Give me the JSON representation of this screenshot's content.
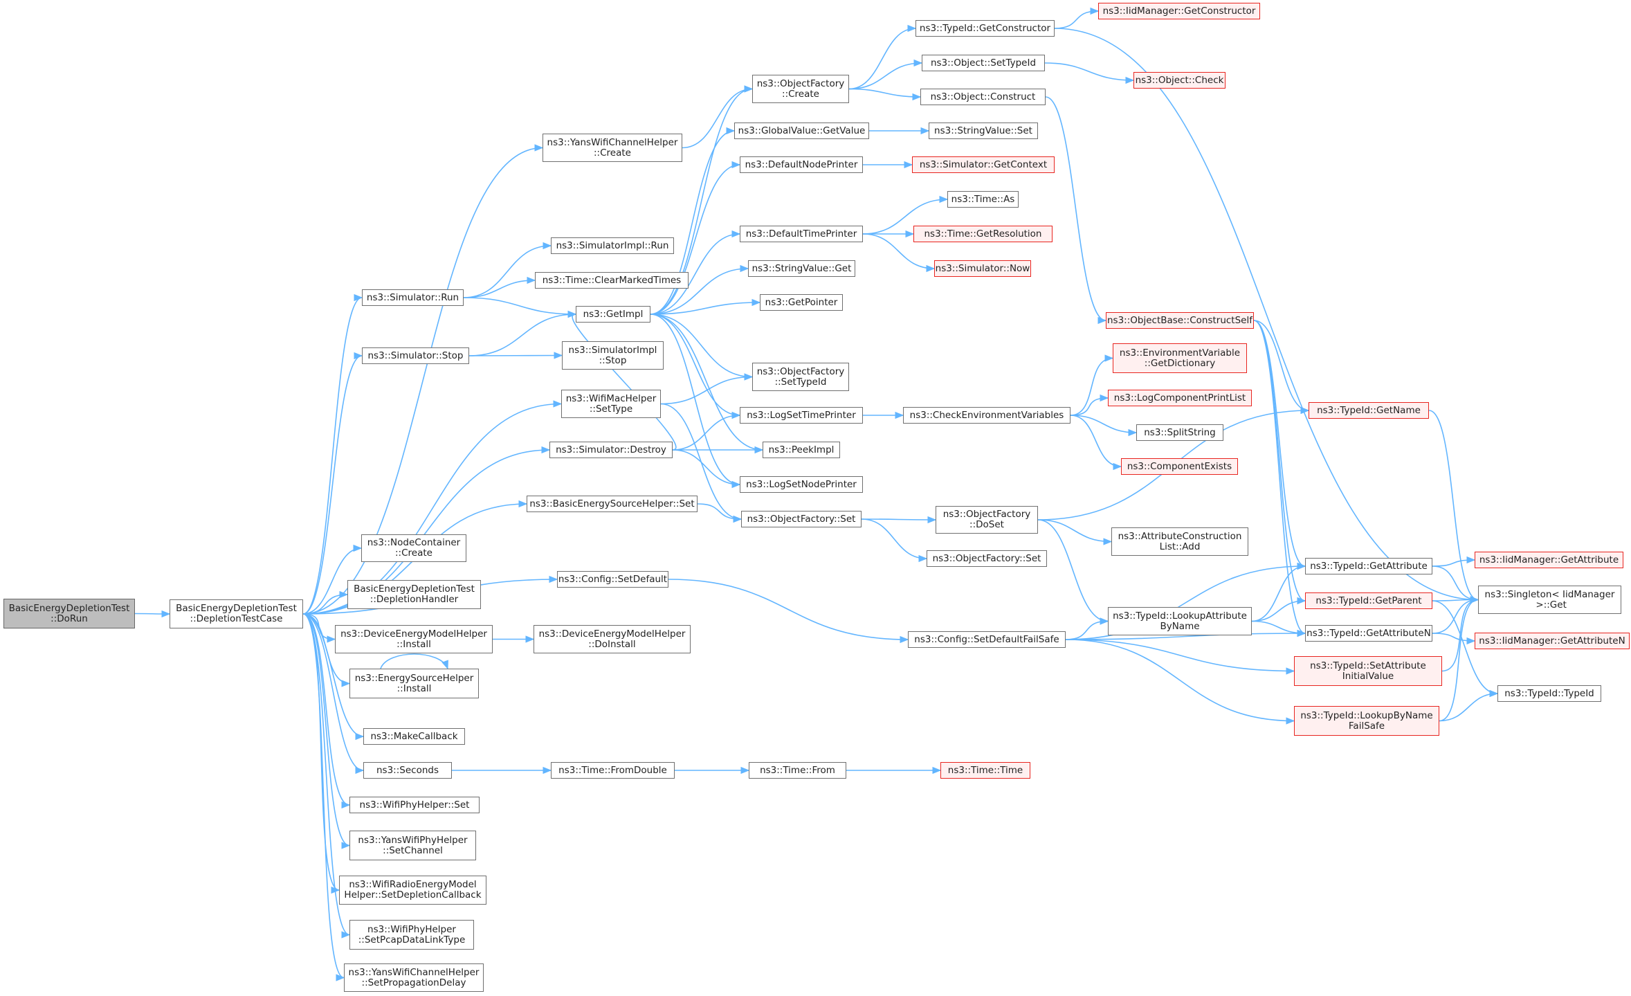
{
  "colors": {
    "edge": "#62b5ff",
    "node_border": "#6f6f6f",
    "red_border": "#e8241f",
    "red_fill": "#fff0f0",
    "root_fill": "#bdbdbd"
  },
  "nodes": {
    "n0": {
      "label": "BasicEnergyDepletionTest\n::DoRun",
      "style": "root"
    },
    "n1": {
      "label": "BasicEnergyDepletionTest\n::DepletionTestCase",
      "style": "normal"
    },
    "n2": {
      "label": "ns3::YansWifiChannelHelper\n::Create",
      "style": "normal"
    },
    "n3": {
      "label": "ns3::Simulator::Run",
      "style": "normal"
    },
    "n4": {
      "label": "ns3::Simulator::Stop",
      "style": "normal"
    },
    "n5": {
      "label": "ns3::WifiMacHelper\n::SetType",
      "style": "normal"
    },
    "n6": {
      "label": "ns3::Simulator::Destroy",
      "style": "normal"
    },
    "n7": {
      "label": "ns3::BasicEnergySourceHelper::Set",
      "style": "normal"
    },
    "n8": {
      "label": "ns3::NodeContainer\n::Create",
      "style": "normal"
    },
    "n9": {
      "label": "BasicEnergyDepletionTest\n::DepletionHandler",
      "style": "normal"
    },
    "n10": {
      "label": "ns3::DeviceEnergyModelHelper\n::Install",
      "style": "normal"
    },
    "n11": {
      "label": "ns3::EnergySourceHelper\n::Install",
      "style": "normal"
    },
    "n12": {
      "label": "ns3::MakeCallback",
      "style": "normal"
    },
    "n13": {
      "label": "ns3::Seconds",
      "style": "normal"
    },
    "n14": {
      "label": "ns3::WifiPhyHelper::Set",
      "style": "normal"
    },
    "n15": {
      "label": "ns3::YansWifiPhyHelper\n::SetChannel",
      "style": "normal"
    },
    "n16": {
      "label": "ns3::WifiRadioEnergyModel\nHelper::SetDepletionCallback",
      "style": "normal"
    },
    "n17": {
      "label": "ns3::WifiPhyHelper\n::SetPcapDataLinkType",
      "style": "normal"
    },
    "n18": {
      "label": "ns3::YansWifiChannelHelper\n::SetPropagationDelay",
      "style": "normal"
    },
    "n19": {
      "label": "ns3::SimulatorImpl::Run",
      "style": "normal"
    },
    "n20": {
      "label": "ns3::Time::ClearMarkedTimes",
      "style": "normal"
    },
    "n21": {
      "label": "ns3::GetImpl",
      "style": "normal"
    },
    "n22": {
      "label": "ns3::SimulatorImpl\n::Stop",
      "style": "normal"
    },
    "n23": {
      "label": "ns3::Config::SetDefault",
      "style": "normal"
    },
    "n24": {
      "label": "ns3::DeviceEnergyModelHelper\n::DoInstall",
      "style": "normal"
    },
    "n25": {
      "label": "ns3::Time::FromDouble",
      "style": "normal"
    },
    "n26": {
      "label": "ns3::ObjectFactory\n::Create",
      "style": "normal"
    },
    "n27": {
      "label": "ns3::GlobalValue::GetValue",
      "style": "normal"
    },
    "n28": {
      "label": "ns3::DefaultNodePrinter",
      "style": "normal"
    },
    "n29": {
      "label": "ns3::DefaultTimePrinter",
      "style": "normal"
    },
    "n30": {
      "label": "ns3::StringValue::Get",
      "style": "normal"
    },
    "n31": {
      "label": "ns3::GetPointer",
      "style": "normal"
    },
    "n32": {
      "label": "ns3::ObjectFactory\n::SetTypeId",
      "style": "normal"
    },
    "n33": {
      "label": "ns3::LogSetTimePrinter",
      "style": "normal"
    },
    "n34": {
      "label": "ns3::PeekImpl",
      "style": "normal"
    },
    "n35": {
      "label": "ns3::LogSetNodePrinter",
      "style": "normal"
    },
    "n36": {
      "label": "ns3::ObjectFactory::Set",
      "style": "normal"
    },
    "n37": {
      "label": "ns3::Time::From",
      "style": "normal"
    },
    "n38": {
      "label": "ns3::TypeId::GetConstructor",
      "style": "normal"
    },
    "n39": {
      "label": "ns3::Object::SetTypeId",
      "style": "normal"
    },
    "n40": {
      "label": "ns3::Object::Construct",
      "style": "normal"
    },
    "n41": {
      "label": "ns3::StringValue::Set",
      "style": "normal"
    },
    "n42": {
      "label": "ns3::Simulator::GetContext",
      "style": "red"
    },
    "n43": {
      "label": "ns3::Time::As",
      "style": "normal"
    },
    "n44": {
      "label": "ns3::Time::GetResolution",
      "style": "red"
    },
    "n45": {
      "label": "ns3::Simulator::Now",
      "style": "red"
    },
    "n46": {
      "label": "ns3::CheckEnvironmentVariables",
      "style": "normal"
    },
    "n47": {
      "label": "ns3::ObjectFactory\n::DoSet",
      "style": "normal"
    },
    "n48": {
      "label": "ns3::ObjectFactory::Set",
      "style": "normal"
    },
    "n49": {
      "label": "ns3::Config::SetDefaultFailSafe",
      "style": "normal"
    },
    "n50": {
      "label": "ns3::Time::Time",
      "style": "red"
    },
    "n51": {
      "label": "ns3::IidManager::GetConstructor",
      "style": "red"
    },
    "n52": {
      "label": "ns3::Object::Check",
      "style": "red"
    },
    "n53": {
      "label": "ns3::ObjectBase::ConstructSelf",
      "style": "red"
    },
    "n54": {
      "label": "ns3::EnvironmentVariable\n::GetDictionary",
      "style": "red"
    },
    "n55": {
      "label": "ns3::LogComponentPrintList",
      "style": "red"
    },
    "n56": {
      "label": "ns3::SplitString",
      "style": "normal"
    },
    "n57": {
      "label": "ns3::ComponentExists",
      "style": "red"
    },
    "n58": {
      "label": "ns3::AttributeConstruction\nList::Add",
      "style": "normal"
    },
    "n59": {
      "label": "ns3::TypeId::LookupAttribute\nByName",
      "style": "normal"
    },
    "n60": {
      "label": "ns3::TypeId::GetName",
      "style": "red"
    },
    "n61": {
      "label": "ns3::TypeId::GetAttribute",
      "style": "normal"
    },
    "n62": {
      "label": "ns3::TypeId::GetParent",
      "style": "red"
    },
    "n63": {
      "label": "ns3::TypeId::GetAttributeN",
      "style": "normal"
    },
    "n64": {
      "label": "ns3::TypeId::SetAttribute\nInitialValue",
      "style": "red"
    },
    "n65": {
      "label": "ns3::TypeId::LookupByName\nFailSafe",
      "style": "red"
    },
    "n66": {
      "label": "ns3::IidManager::GetAttribute",
      "style": "red"
    },
    "n67": {
      "label": "ns3::Singleton< IidManager\n >::Get",
      "style": "normal"
    },
    "n68": {
      "label": "ns3::IidManager::GetAttributeN",
      "style": "red"
    },
    "n69": {
      "label": "ns3::TypeId::TypeId",
      "style": "normal"
    }
  }
}
